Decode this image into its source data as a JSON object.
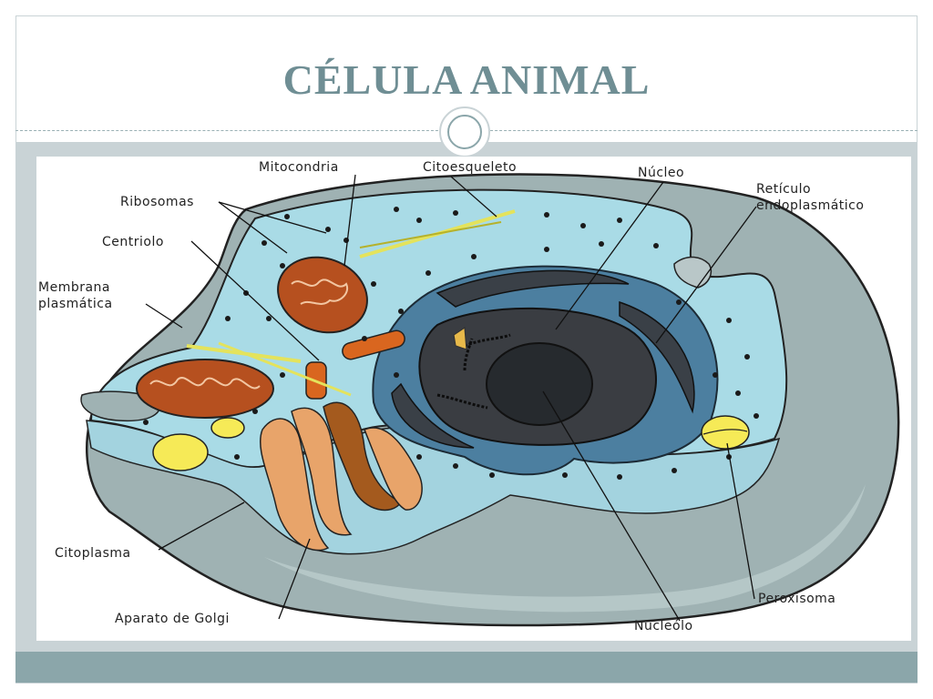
{
  "slide": {
    "title": "CÉLULA ANIMAL"
  },
  "diagram": {
    "labels": {
      "mitocondria": "Mitocondria",
      "citoesqueleto": "Citoesqueleto",
      "nucleo": "Núcleo",
      "reticulo_1": "Retículo",
      "reticulo_2": "endoplasmático",
      "ribosomas": "Ribosomas",
      "centriolo": "Centriolo",
      "membrana_1": "Membrana",
      "membrana_2": "plasmática",
      "citoplasma": "Citoplasma",
      "golgi": "Aparato de Golgi",
      "peroxisoma": "Peroxisoma",
      "nucleolo": "Nucleólo"
    },
    "colors": {
      "membrane_gray": "#9fb2b3",
      "cytoplasm": "#a9dbe6",
      "nuclear_envelope": "#4c7fa0",
      "nucleus": "#3a3d42",
      "nucleolus": "#262a2e",
      "mitochondria": "#b6501f",
      "golgi_light": "#e8a46a",
      "golgi_dark": "#a45a1e",
      "peroxisome": "#f6ea57",
      "cytoskeleton": "#e4e35c"
    }
  }
}
